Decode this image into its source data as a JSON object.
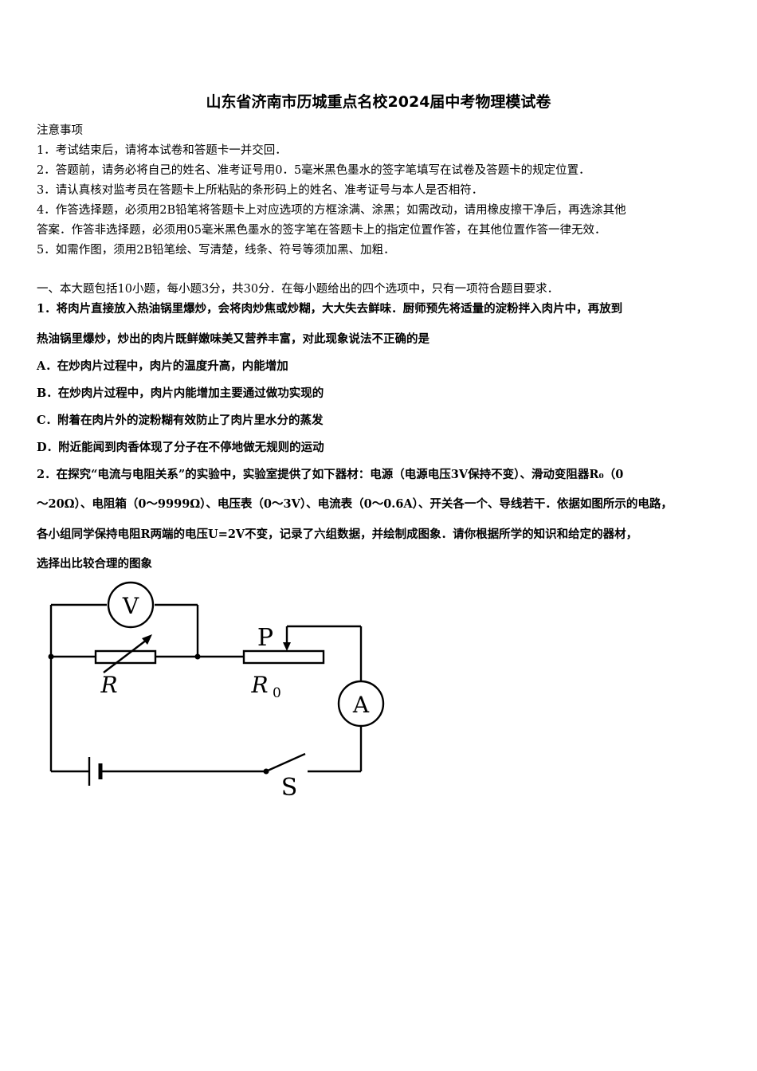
{
  "title": "山东省济南市历城重点名校2024届中考物理模试卷",
  "notice": {
    "heading": "注意事项",
    "lines": [
      "1．考试结束后，请将本试卷和答题卡一并交回．",
      "2．答题前，请务必将自己的姓名、准考证号用0．5毫米黑色墨水的签字笔填写在试卷及答题卡的规定位置．",
      "3．请认真核对监考员在答题卡上所粘贴的条形码上的姓名、准考证号与本人是否相符．",
      "4．作答选择题，必须用2B铅笔将答题卡上对应选项的方框涂满、涂黑；如需改动，请用橡皮擦干净后，再选涂其他",
      "答案．作答非选择题，必须用05毫米黑色墨水的签字笔在答题卡上的指定位置作答，在其他位置作答一律无效．",
      "5．如需作图，须用2B铅笔绘、写清楚，线条、符号等须加黑、加粗．"
    ]
  },
  "section1": "一、本大题包括10小题，每小题3分，共30分．在每小题给出的四个选项中，只有一项符合题目要求．",
  "q1": {
    "stem_1": "1．将肉片直接放入热油锅里爆炒，会将肉炒焦或炒糊，大大失去鲜味．厨师预先将适量的淀粉拌入肉片中，再放到",
    "stem_2": "热油锅里爆炒，炒出的肉片既鲜嫩味美又营养丰富，对此现象说法不正确的是",
    "options": [
      "A．在炒肉片过程中，肉片的温度升高，内能增加",
      "B．在炒肉片过程中，肉片内能增加主要通过做功实现的",
      "C．附着在肉片外的淀粉糊有效防止了肉片里水分的蒸发",
      "D．附近能闻到肉香体现了分子在不停地做无规则的运动"
    ]
  },
  "q2": {
    "stem_1": "2．在探究“电流与电阻关系”的实验中，实验室提供了如下器材：电源（电源电压3V保持不变）、滑动变阻器R₀（0",
    "stem_2": "～20Ω）、电阻箱（0～9999Ω）、电压表（0～3V）、电流表（0～0.6A）、开关各一个、导线若干．依据如图所示的电路，",
    "stem_3": "各小组同学保持电阻R两端的电压U=2V不变，记录了六组数据，并绘制成图象．请你根据所学的知识和给定的器材，",
    "stem_4": "选择出比较合理的图象"
  },
  "circuit": {
    "voltmeter": "V",
    "ammeter": "A",
    "slider": "P",
    "resistor_box": "R",
    "rheostat": "R",
    "rheostat_sub": "0",
    "switch": "S"
  }
}
